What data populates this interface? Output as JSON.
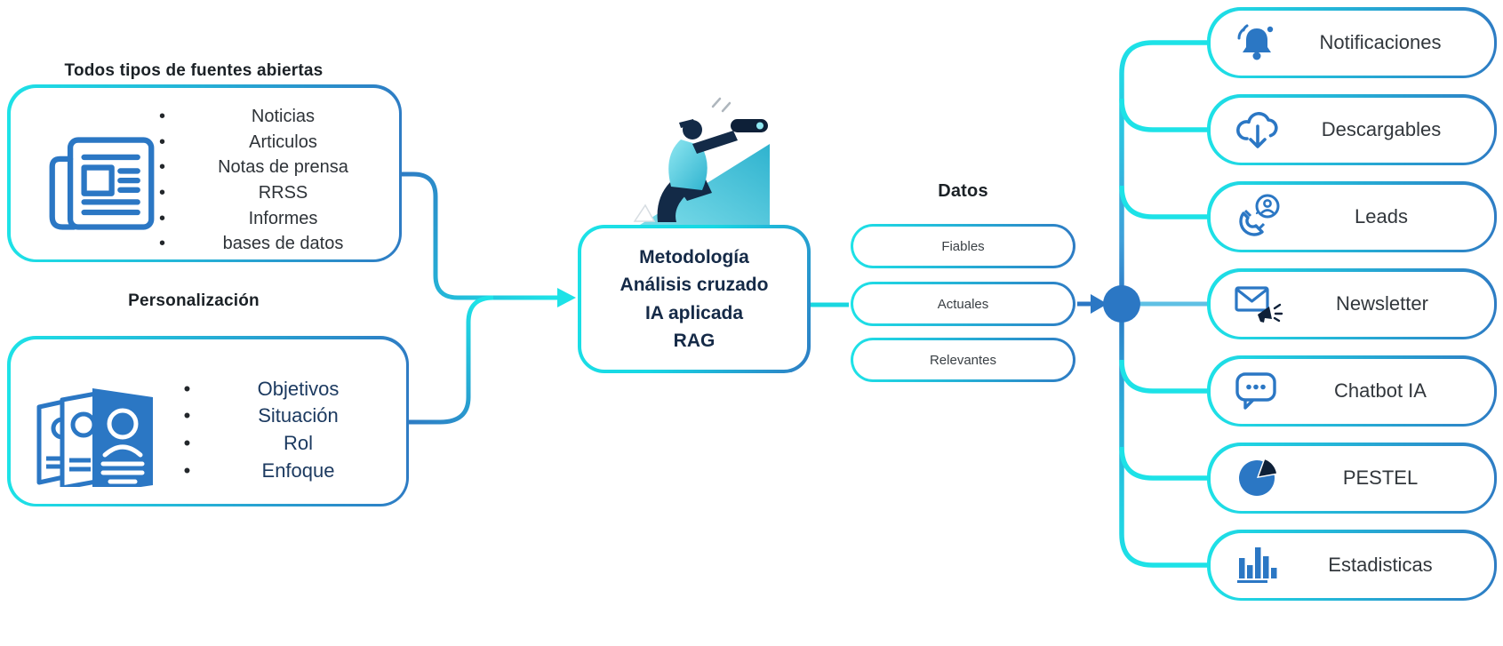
{
  "palette": {
    "cyan": "#1de2e7",
    "blue": "#2e7cc4",
    "node_blue": "#2b77c4",
    "light_link": "#5fc0e4",
    "navy_text": "#152a47",
    "dark_icon": "#0e2038",
    "title_text": "#1b2126",
    "list_text": "#2e3338",
    "teal_illustration": "#3fc2d9"
  },
  "sources_box": {
    "title": "Todos tipos de fuentes abiertas",
    "bullet": "•",
    "items": [
      "Noticias",
      "Articulos",
      "Notas de prensa",
      "RRSS",
      "Informes",
      "bases de datos"
    ]
  },
  "personalization_box": {
    "title": "Personalización",
    "bullet": "•",
    "items": [
      "Objetivos",
      "Situación",
      "Rol",
      "Enfoque"
    ]
  },
  "method_box": {
    "lines": [
      "Metodología",
      "Análisis cruzado",
      "IA aplicada",
      "RAG"
    ]
  },
  "datos": {
    "title": "Datos",
    "pills": [
      "Fiables",
      "Actuales",
      "Relevantes"
    ]
  },
  "outputs": [
    {
      "label": "Notificaciones",
      "icon": "bell-icon"
    },
    {
      "label": "Descargables",
      "icon": "cloud-download-icon"
    },
    {
      "label": "Leads",
      "icon": "magnet-icon"
    },
    {
      "label": "Newsletter",
      "icon": "newsletter-icon"
    },
    {
      "label": "Chatbot IA",
      "icon": "chat-bubble-icon"
    },
    {
      "label": "PESTEL",
      "icon": "pie-chart-icon"
    },
    {
      "label": "Estadisticas",
      "icon": "bar-chart-icon"
    }
  ]
}
